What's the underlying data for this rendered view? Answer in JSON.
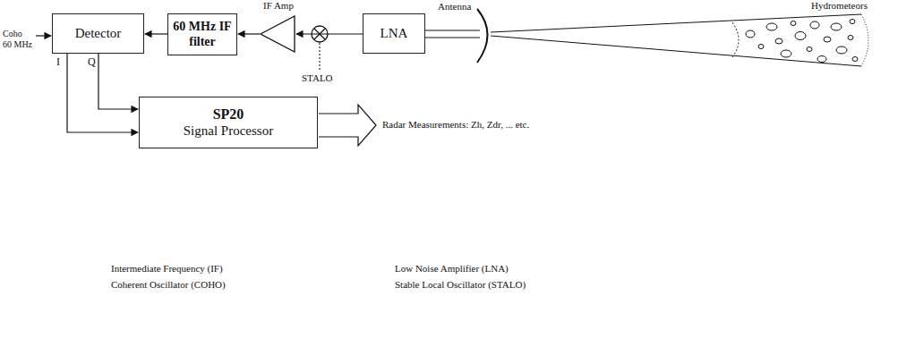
{
  "diagram": {
    "nodes": [
      {
        "text": [
          "Detector"
        ]
      },
      {
        "text": [
          "60 MHz IF filter"
        ]
      },
      {
        "text": [
          "IF Amp"
        ]
      },
      {
        "text": [
          "LNA"
        ]
      },
      {
        "text": [
          "SP20",
          "Signal Processor"
        ]
      }
    ],
    "edges": [
      {
        "from": 3,
        "to": 2,
        "arrow": "to"
      },
      {
        "from": 2,
        "to": 1,
        "arrow": "to"
      },
      {
        "from": 1,
        "to": 0,
        "arrow": "to"
      },
      {
        "from": 0,
        "to": 4,
        "label": "I",
        "arrow": "to"
      },
      {
        "from": 0,
        "to": 4,
        "label": "Q",
        "arrow": "to"
      }
    ],
    "labels": [
      "Coho",
      "60 MHz",
      "STALO",
      "Antenna",
      "Hydrometeors",
      "Radar Measurements: Zh, Zdr, ... etc.",
      "Intermediate Frequency (IF)",
      "Coherent Oscillator (COHO)",
      "Low Noise Amplifier (LNA)",
      "Stable Local Oscillator (STALO)"
    ]
  }
}
